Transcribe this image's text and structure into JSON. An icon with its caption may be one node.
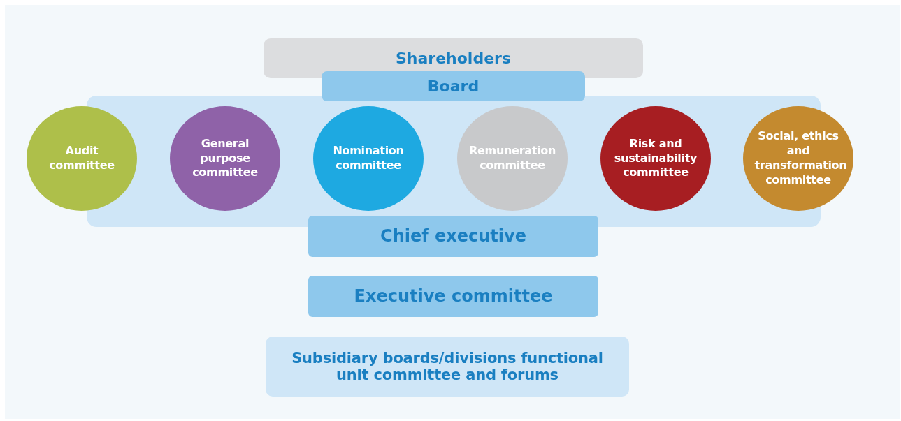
{
  "diagram": {
    "nodes": [
      {
        "text": [
          "Shareholders"
        ]
      },
      {
        "text": [],
        "shape": "box"
      },
      {
        "text": [
          "Board"
        ]
      },
      {
        "text": [
          "Audit committee"
        ]
      },
      {
        "text": [
          "General purpose committee"
        ],
        "in": 1
      },
      {
        "text": [
          "Nomination committee"
        ],
        "in": 1
      },
      {
        "text": [
          "Remuneration committee"
        ],
        "in": 1
      },
      {
        "text": [
          "Risk and sustainability committee"
        ],
        "in": 1
      },
      {
        "text": [
          "Social, ethics and transformation committee"
        ]
      },
      {
        "text": [
          "Chief executive"
        ]
      },
      {
        "text": [
          "Executive committee"
        ]
      },
      {
        "text": [
          "Subsidiary boards/divisions functional unit committee and forums"
        ]
      }
    ]
  }
}
